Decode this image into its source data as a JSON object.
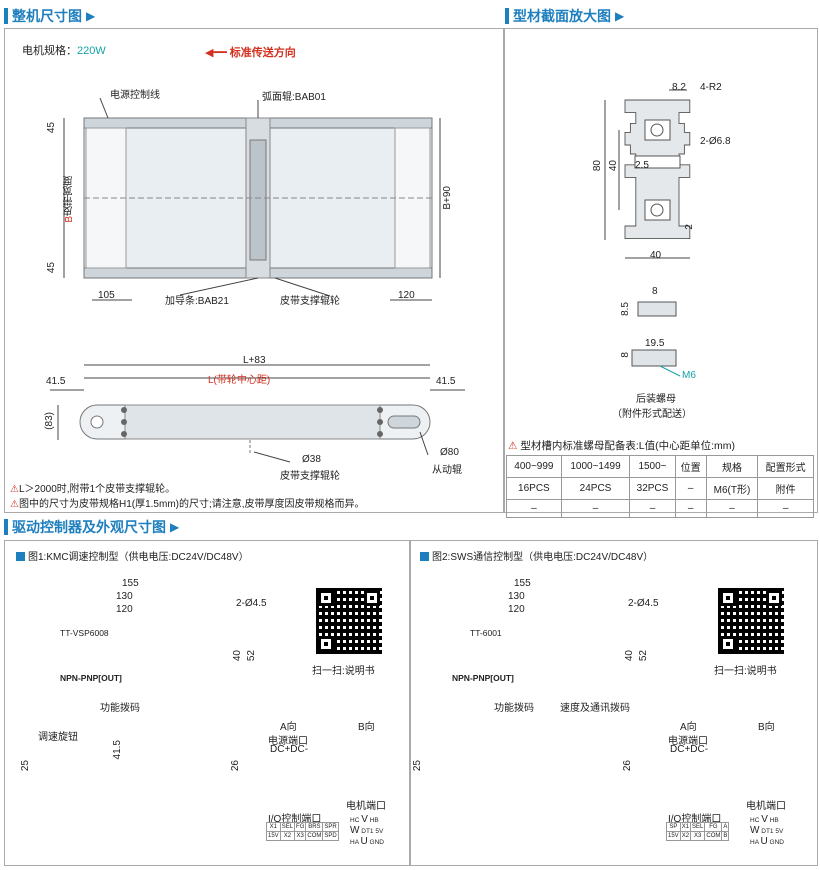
{
  "sec1": {
    "title": "整机尺寸图",
    "spec_label": "电机规格：",
    "spec_value": "220W",
    "direction": "标准传送方向",
    "power_line": "电源控制线",
    "roller": "弧面辊:BAB01",
    "guide": "加导条:BAB21",
    "support_roller": "皮带支撑辊轮",
    "belt_width_b": "B",
    "belt_width_label": "皮带宽度",
    "dims": {
      "d45a": "45",
      "d45b": "45",
      "d105": "105",
      "d120": "120",
      "bplus90": "B+90",
      "lplus83": "L+83",
      "l_center": "L(带轮中心距)",
      "d415a": "41.5",
      "d415b": "41.5",
      "d83": "(83)",
      "d38": "Ø38",
      "d80": "Ø80"
    },
    "support_roller2": "皮带支撑辊轮",
    "driven_roller": "从动辊",
    "note1": "L＞2000时,附带1个皮带支撑辊轮。",
    "note2": "图中的尺寸为皮带规格H1(厚1.5mm)的尺寸;请注意,皮带厚度因皮带规格而异。"
  },
  "sec2": {
    "title": "型材截面放大图",
    "dims": {
      "d82": "8.2",
      "r2": "4-R2",
      "d68": "2-Ø6.8",
      "d80": "80",
      "d40a": "40",
      "d25": "2.5",
      "d40b": "40",
      "d2": "2",
      "n8": "8",
      "n85": "8.5",
      "n195": "19.5",
      "n8b": "8",
      "m6": "M6"
    },
    "nut_caption1": "后装螺母",
    "nut_caption2": "（附件形式配送）",
    "table_title": "型材槽内标准螺母配备表:L值(中心距单位:mm)",
    "table_header": [
      "400~999",
      "1000~1499",
      "1500~",
      "位置",
      "规格",
      "配置形式"
    ],
    "table_row1": [
      "16PCS",
      "24PCS",
      "32PCS",
      "–",
      "M6(T形)",
      "附件"
    ],
    "table_row2": [
      "–",
      "–",
      "–",
      "–",
      "–",
      "–"
    ]
  },
  "sec3": {
    "title": "驱动控制器及外观尺寸图",
    "fig1": "图1:KMC调速控制型（供电电压:DC24V/DC48V）",
    "fig2": "图2:SWS通信控制型（供电电压:DC24V/DC48V）",
    "d155": "155",
    "d130": "130",
    "d120": "120",
    "hole": "2-Ø4.5",
    "d40": "40",
    "d52": "52",
    "d25": "25",
    "d26": "26",
    "d415": "41.5",
    "scan": "扫一扫:说明书",
    "dip": "功能拨码",
    "speed_dip": "速度及通讯拨码",
    "knob": "调速旋钮",
    "a_dir": "A向",
    "b_dir": "B向",
    "power_port": "电源端口",
    "dc": "DC+DC-",
    "io_port": "I/O控制端口",
    "motor_port": "电机端口",
    "io1_row1": [
      "X1",
      "SEL",
      "FG",
      "BRS",
      "SPR"
    ],
    "io1_row2": [
      "15V",
      "X2",
      "X3",
      "COM",
      "SPD"
    ],
    "io2_row1": [
      "SP",
      "X1",
      "SEL",
      "FG",
      "A"
    ],
    "io2_row2": [
      "15V",
      "X2",
      "X3",
      "COM",
      "B"
    ],
    "device_label1": "TT-VSP6008",
    "device_label2": "TT-6001",
    "npn": "NPN-PNP[OUT]",
    "pins": {
      "hc": "HC",
      "v": "V",
      "hb": "HB",
      "w": "W",
      "dt1": "DT1",
      "v5": "5V",
      "ha": "HA",
      "u": "U",
      "gnd": "GND"
    }
  },
  "colors": {
    "accent": "#1e7fbf",
    "warning": "#d3301f",
    "teal": "#14a3a6"
  }
}
